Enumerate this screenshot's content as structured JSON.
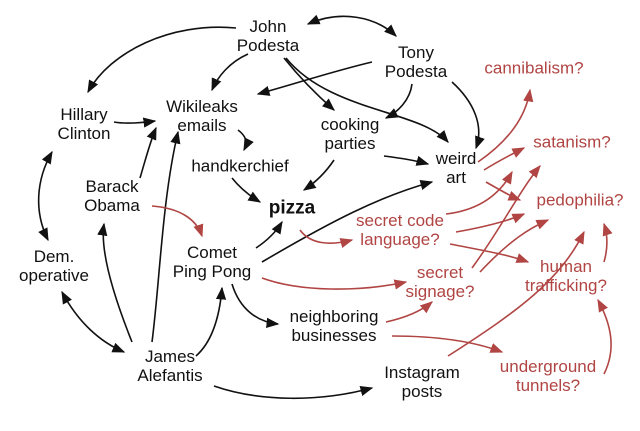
{
  "colors": {
    "fact": "#111111",
    "speculation": "#b04543"
  },
  "nodes": {
    "john_podesta": [
      "John",
      "Podesta"
    ],
    "tony_podesta": [
      "Tony",
      "Podesta"
    ],
    "hillary_clinton": [
      "Hillary",
      "Clinton"
    ],
    "wikileaks_emails": [
      "Wikileaks",
      "emails"
    ],
    "cooking_parties": [
      "cooking",
      "parties"
    ],
    "barack_obama": [
      "Barack",
      "Obama"
    ],
    "handkerchief": [
      "handkerchief"
    ],
    "weird_art": [
      "weird",
      "art"
    ],
    "pizza": [
      "pizza"
    ],
    "dem_operative": [
      "Dem.",
      "operative"
    ],
    "comet_ping_pong": [
      "Comet",
      "Ping Pong"
    ],
    "neighboring_businesses": [
      "neighboring",
      "businesses"
    ],
    "james_alefantis": [
      "James",
      "Alefantis"
    ],
    "instagram_posts": [
      "Instagram",
      "posts"
    ],
    "cannibalism": [
      "cannibalism?"
    ],
    "satanism": [
      "satanism?"
    ],
    "pedophilia": [
      "pedophilia?"
    ],
    "secret_code_language": [
      "secret code",
      "language?"
    ],
    "secret_signage": [
      "secret",
      "signage?"
    ],
    "human_trafficking": [
      "human",
      "trafficking?"
    ],
    "underground_tunnels": [
      "underground",
      "tunnels?"
    ]
  }
}
